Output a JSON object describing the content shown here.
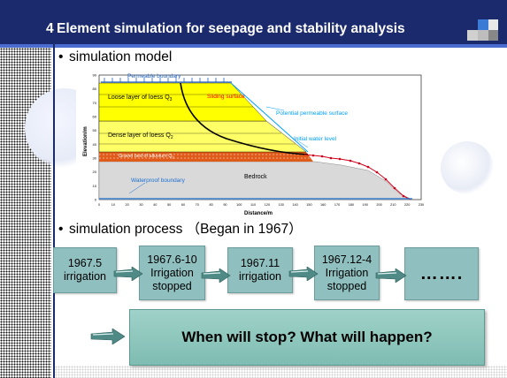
{
  "slide": {
    "title_number": "4",
    "title": "Element simulation for seepage and stability analysis",
    "bullet_model": "simulation model",
    "bullet_process": "simulation process （Began in 1967）",
    "bullet_glyph": "•"
  },
  "model_figure": {
    "label_permeable_boundary": "Permeable boundary",
    "label_loose": "Loose layer of loess Q",
    "label_loose_sub": "3",
    "label_sliding": "Sliding surface",
    "label_potential": "Potential permeable surface",
    "label_dense": "Dense layer of loess Q",
    "label_dense_sub": "2",
    "label_initial_water": "Initial water level",
    "label_gravel": "Gravel bed of alluvium Q",
    "label_gravel_sub": "2",
    "label_bedrock": "Bedrock",
    "label_waterproof": "Waterproof boundary",
    "ylabel": "Elevation/m",
    "xlabel": "Distance/m",
    "x_ticks": [
      "0",
      "10",
      "20",
      "30",
      "40",
      "50",
      "60",
      "70",
      "80",
      "90",
      "100",
      "110",
      "120",
      "130",
      "140",
      "150",
      "160",
      "170",
      "180",
      "190",
      "200",
      "210",
      "220",
      "230"
    ],
    "y_ticks": [
      "0",
      "10",
      "20",
      "30",
      "40",
      "50",
      "60",
      "70",
      "80",
      "90"
    ],
    "colors": {
      "loess_loose": "#ffff00",
      "loess_dense": "#ffff66",
      "gravel": "#e05a1a",
      "bedrock": "#d9d9d9",
      "permeable": "#2060c0",
      "sliding": "#ff0000",
      "potential": "#00a0ff",
      "waterproof": "#1a6fd0",
      "water_curve": "#d0001a"
    }
  },
  "process": {
    "steps": [
      {
        "line1": "1967.5",
        "line2": "irrigation",
        "line3": ""
      },
      {
        "line1": "1967.6-10",
        "line2": "Irrigation",
        "line3": "stopped"
      },
      {
        "line1": "1967.11",
        "line2": "irrigation",
        "line3": ""
      },
      {
        "line1": "1967.12-4",
        "line2": "Irrigation",
        "line3": "stopped"
      },
      {
        "line1": "…….",
        "line2": "",
        "line3": ""
      }
    ],
    "question": "When will stop? What will happen?"
  },
  "colors": {
    "header": "#1a2a6c",
    "process_box": "#8fbfbf",
    "question_box": "#8cc6bc",
    "arrow": "#4f8a86"
  }
}
